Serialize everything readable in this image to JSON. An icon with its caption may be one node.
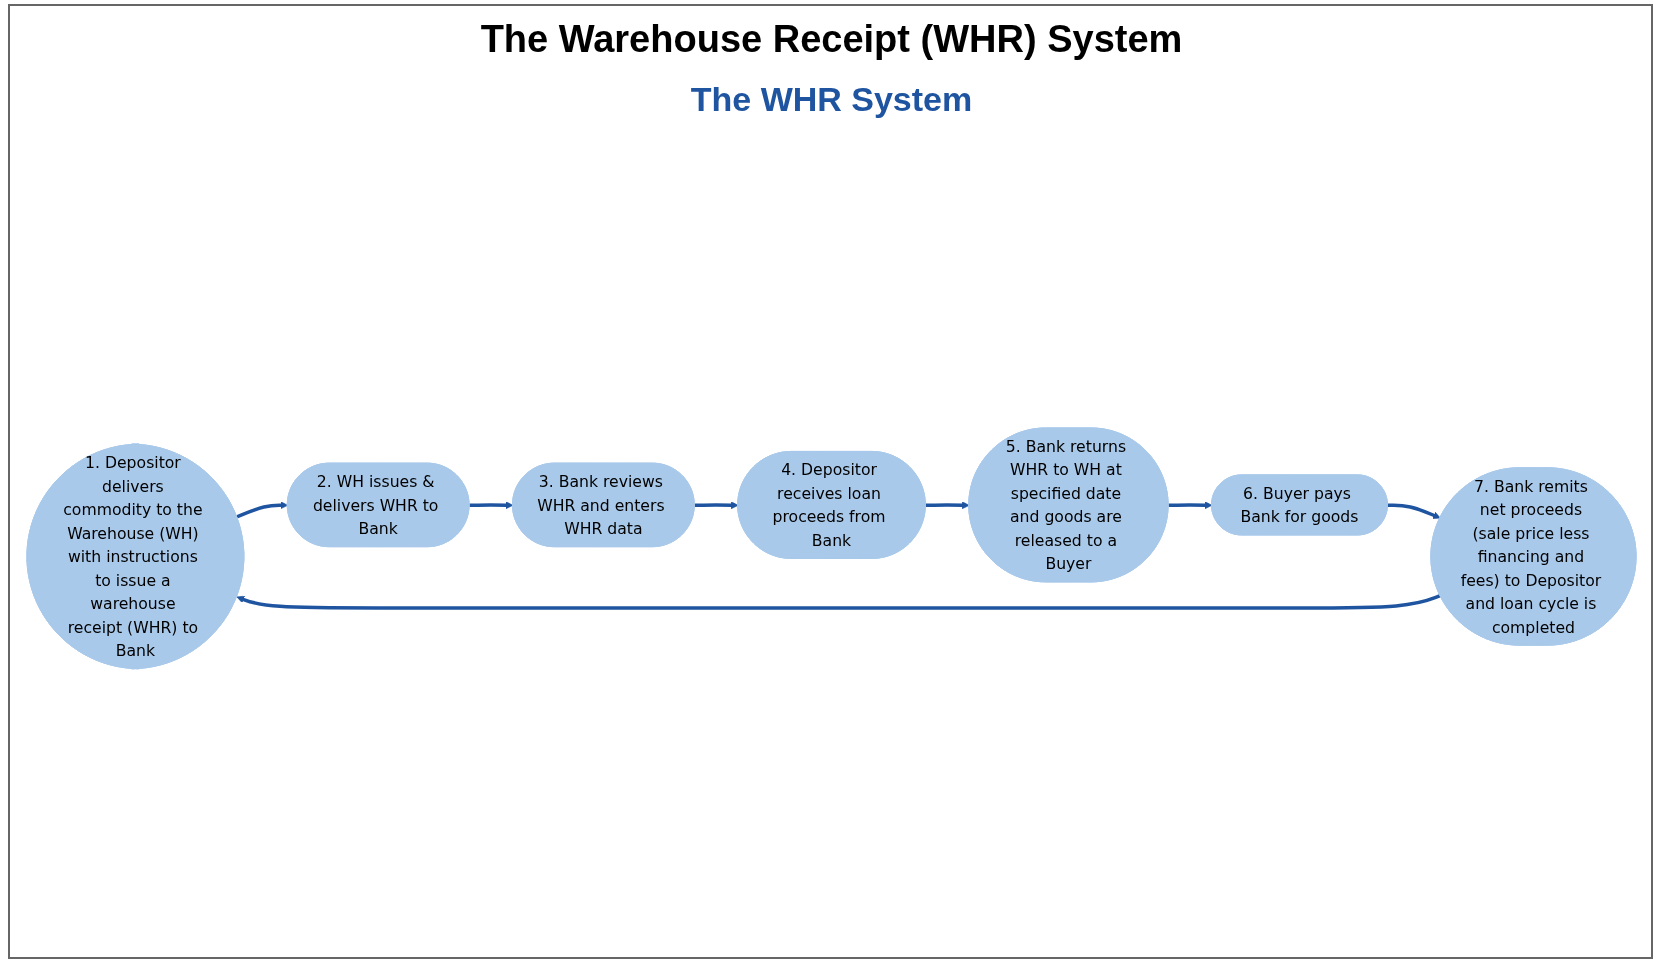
{
  "diagram": {
    "title": "The Warehouse Receipt (WHR) System",
    "nodes": [
      {
        "text": [
          "1. Depositor delivers commodity to the Warehouse (WH) with instructions to issue a warehouse receipt (WHR) to Bank"
        ]
      },
      {
        "text": [
          "2. WH issues & delivers WHR to Bank"
        ]
      },
      {
        "text": [
          "3. Bank reviews WHR and enters WHR data"
        ]
      },
      {
        "text": [
          "4. Depositor receives loan proceeds from Bank"
        ]
      },
      {
        "text": [
          "5. Bank returns WHR to WH at specified date and goods are released to a Buyer"
        ]
      },
      {
        "text": [
          "6. Buyer pays Bank for goods"
        ]
      },
      {
        "text": [
          "7. Bank remits net proceeds (sale price less financing and fees) to Depositor and loan cycle is completed"
        ]
      }
    ],
    "edges": [
      {
        "from": 0,
        "to": 1,
        "arrow": "to"
      },
      {
        "from": 1,
        "to": 2,
        "arrow": "to"
      },
      {
        "from": 2,
        "to": 3,
        "arrow": "to"
      },
      {
        "from": 3,
        "to": 4,
        "arrow": "to"
      },
      {
        "from": 4,
        "to": 5,
        "arrow": "to"
      },
      {
        "from": 5,
        "to": 6,
        "arrow": "to"
      },
      {
        "from": 6,
        "to": 0,
        "arrow": "to"
      }
    ],
    "labels": [
      "The WHR System"
    ]
  }
}
